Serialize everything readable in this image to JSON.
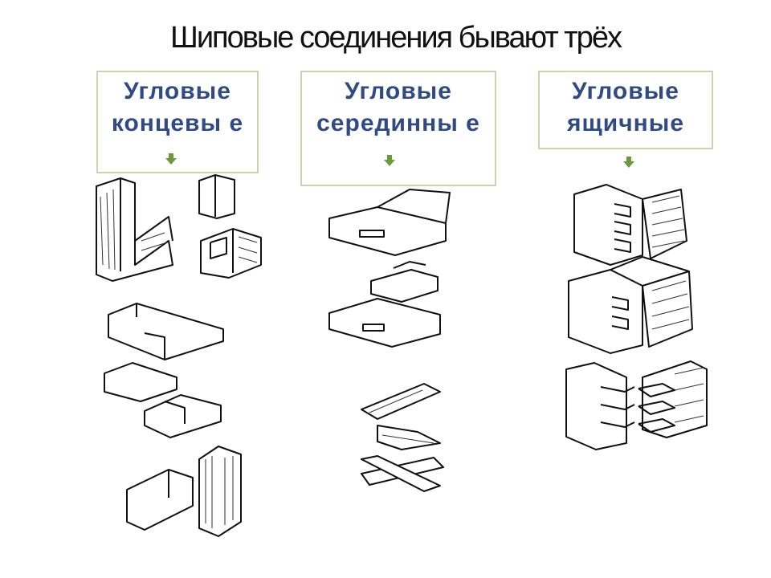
{
  "title": "Шиповые соединения бывают трёх",
  "categories": [
    {
      "label": "Угловые концевы е"
    },
    {
      "label": "Угловые серединны е"
    },
    {
      "label": "Угловые ящичные"
    }
  ],
  "colors": {
    "label_text": "#2f4a85",
    "box_border": "#c7d7a8",
    "arrow": "#6a9a3a",
    "ink": "#111111"
  }
}
